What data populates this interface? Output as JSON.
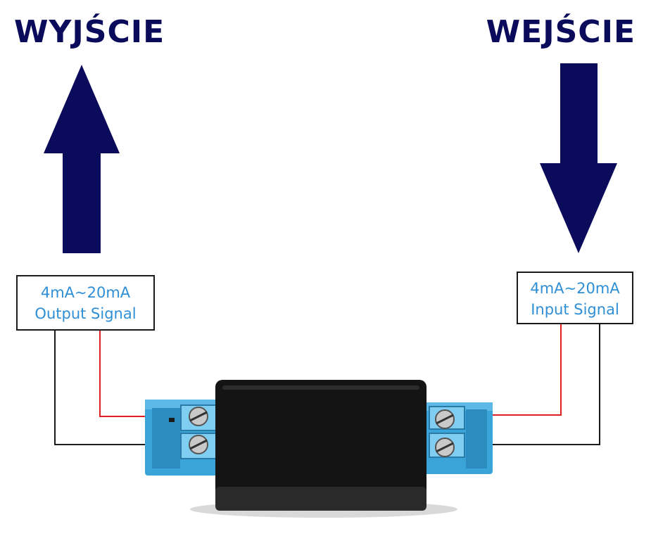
{
  "headings": {
    "left": "WYJŚCIE",
    "right": "WEJŚCIE"
  },
  "left_box": {
    "range": "4mA~20mA",
    "label": "Output Signal"
  },
  "right_box": {
    "range": "4mA~20mA",
    "label": "Input Signal"
  },
  "colors": {
    "heading": "#0b0b5c",
    "arrow": "#0b0b5c",
    "label_text": "#2f8fd6",
    "wire_positive": "#e02020",
    "wire_negative": "#1a1a1a",
    "terminal": "#3aa3d8",
    "module_body": "#141414"
  },
  "arrows": {
    "left": "arrow-up",
    "right": "arrow-down"
  }
}
